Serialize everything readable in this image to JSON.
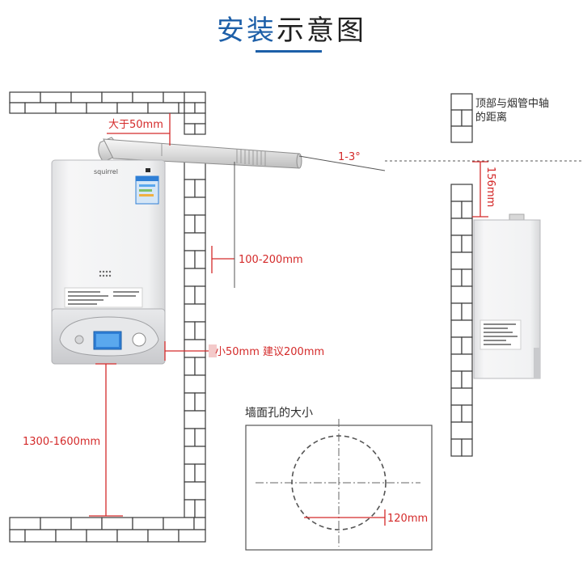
{
  "title": {
    "accent": "安装",
    "rest": "示意图",
    "accent_color": "#1d5fa8"
  },
  "labels": {
    "gap_above": "大于50mm",
    "flue_angle": "1-3°",
    "side_distance": "100-200mm",
    "bottom_clearance": "小50mm  建议200mm",
    "mount_height": "1300-1600mm",
    "top_flue_distance_line1": "顶部与烟管中轴",
    "top_flue_distance_line2": "的距离",
    "top_flue_distance_value": "156mm",
    "wall_hole_title": "墙面孔的大小",
    "hole_radius": "120mm"
  },
  "boiler": {
    "brand": "squirrel"
  },
  "colors": {
    "dimension_red": "#d42a2a",
    "wall_line": "#3a3a3a",
    "boiler_body": "#f1f2f3"
  }
}
